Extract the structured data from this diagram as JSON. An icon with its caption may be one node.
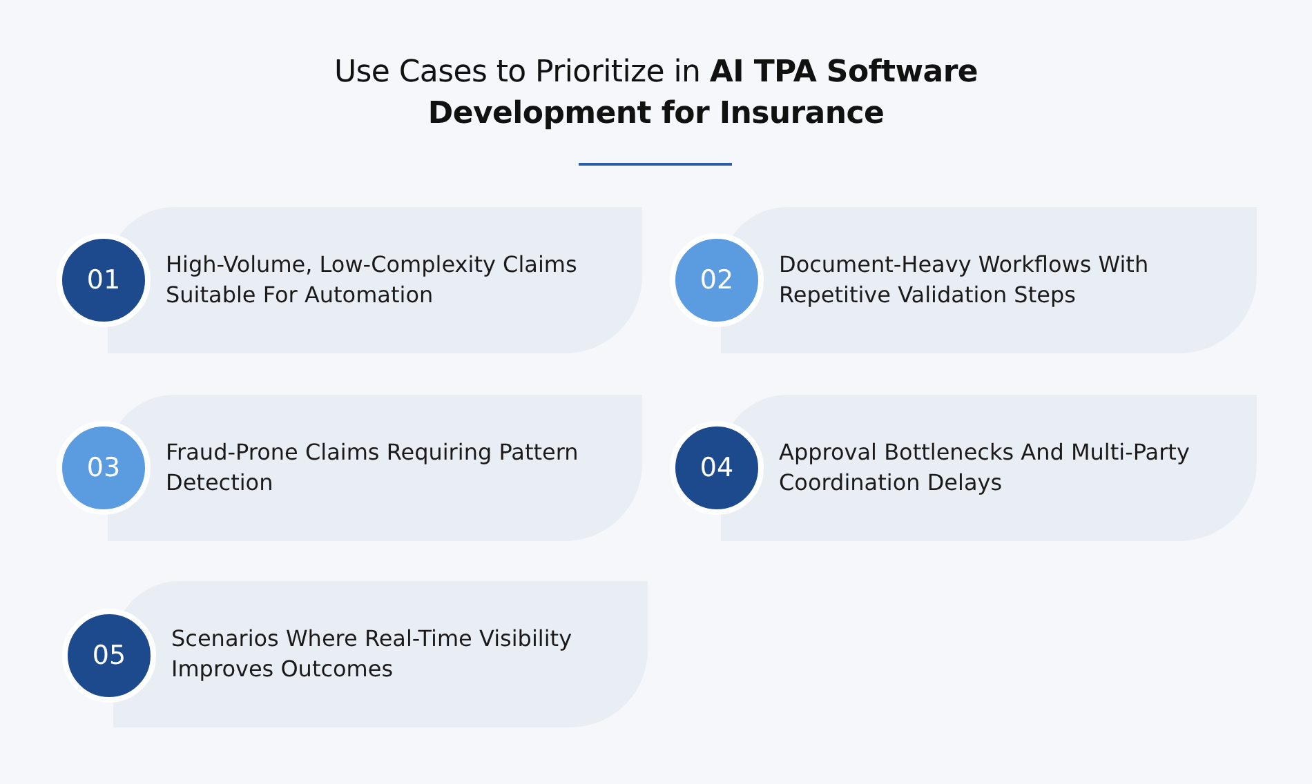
{
  "diagram": {
    "title": "Use Cases to Prioritize in **AI TPA Software Development for Insurance**",
    "nodes": [
      {
        "text": [
          "01"
        ]
      },
      {
        "text": [
          "High-Volume, Low-Complexity Claims Suitable For Automation"
        ]
      },
      {
        "text": [
          "02"
        ]
      },
      {
        "text": [
          "Document-Heavy Workflows With Repetitive Validation Steps"
        ]
      },
      {
        "text": [
          "03"
        ]
      },
      {
        "text": [
          "Fraud-Prone Claims Requiring Pattern Detection"
        ]
      },
      {
        "text": [
          "04"
        ]
      },
      {
        "text": [
          "Approval Bottlenecks And Multi-Party Coordination Delays"
        ]
      },
      {
        "text": [
          "05"
        ]
      },
      {
        "text": [
          "Scenarios Where Real-Time Visibility Improves Outcomes"
        ]
      }
    ]
  }
}
